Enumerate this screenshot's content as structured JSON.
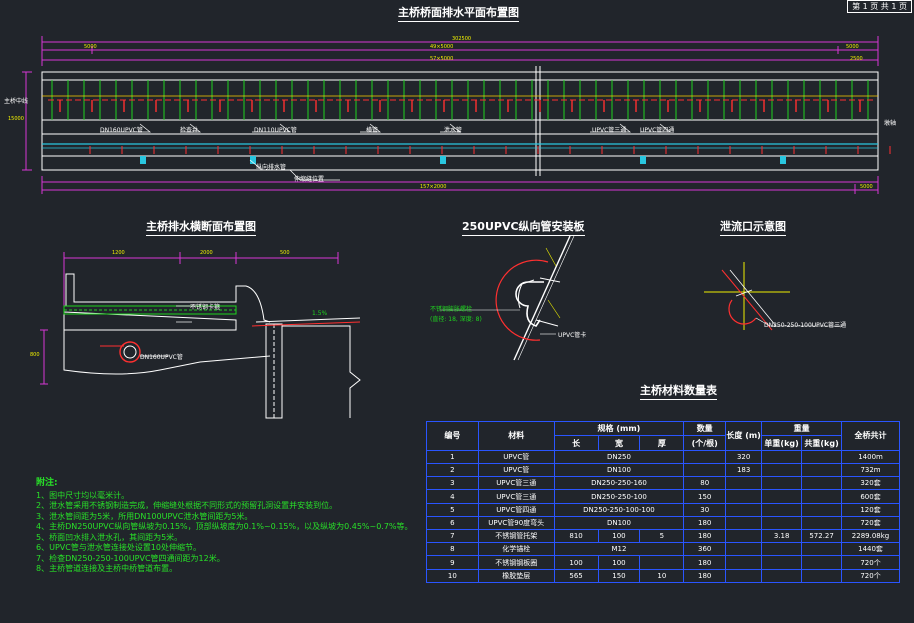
{
  "sheet_label": "第 1 页  共 1 页",
  "plan": {
    "title": "主桥桥面排水平面布置图",
    "left_label": "主桥中线",
    "right_label": "墩轴",
    "callouts": [
      "DN160UPVC管",
      "检查井",
      "DN110UPVC管",
      "横管",
      "泄水管",
      "UPVC管三通",
      "UPVC管四通"
    ],
    "bottom_callouts": [
      "纵向排水管",
      "伸缩缝位置"
    ]
  },
  "section": {
    "title": "主桥排水横断面布置图",
    "labels": [
      "DN160UPVC管",
      "不锈钢卡箍",
      "1.5%"
    ]
  },
  "clamp": {
    "title": "250UPVC纵向管安装板",
    "labels": [
      "不锈钢膨胀螺栓",
      "(直径: 18, 深度: 8)",
      "UPVC管卡"
    ]
  },
  "drain": {
    "title": "泄流口示意图",
    "label": "DN250-250-100UPVC管三通"
  },
  "materials": {
    "title": "主桥材料数量表",
    "headers": {
      "no": "编号",
      "material": "材料",
      "spec": "规格 (mm)",
      "len": "长",
      "wid": "宽",
      "thk": "厚",
      "qty": "数量",
      "qty_unit": "(个/根)",
      "length": "长度 (m)",
      "weight": "重量",
      "unit_w": "单重(kg)",
      "total_w": "共重(kg)",
      "total": "全桥共计"
    },
    "rows": [
      {
        "no": "1",
        "name": "UPVC管",
        "spec": "DN250",
        "len": "",
        "wid": "",
        "thk": "",
        "qty": "",
        "length": "320",
        "unit_w": "",
        "total_w": "",
        "total": "1400m"
      },
      {
        "no": "2",
        "name": "UPVC管",
        "spec": "DN100",
        "len": "",
        "wid": "",
        "thk": "",
        "qty": "",
        "length": "183",
        "unit_w": "",
        "total_w": "",
        "total": "732m"
      },
      {
        "no": "3",
        "name": "UPVC管三通",
        "spec": "DN250-250-160",
        "len": "",
        "wid": "",
        "thk": "",
        "qty": "80",
        "length": "",
        "unit_w": "",
        "total_w": "",
        "total": "320套"
      },
      {
        "no": "4",
        "name": "UPVC管三通",
        "spec": "DN250-250-100",
        "len": "",
        "wid": "",
        "thk": "",
        "qty": "150",
        "length": "",
        "unit_w": "",
        "total_w": "",
        "total": "600套"
      },
      {
        "no": "5",
        "name": "UPVC管四通",
        "spec": "DN250-250-100-100",
        "len": "",
        "wid": "",
        "thk": "",
        "qty": "30",
        "length": "",
        "unit_w": "",
        "total_w": "",
        "total": "120套"
      },
      {
        "no": "6",
        "name": "UPVC管90度弯头",
        "spec": "DN100",
        "len": "",
        "wid": "",
        "thk": "",
        "qty": "180",
        "length": "",
        "unit_w": "",
        "total_w": "",
        "total": "720套"
      },
      {
        "no": "7",
        "name": "不锈钢管托架",
        "spec": "",
        "len": "810",
        "wid": "100",
        "thk": "5",
        "qty": "180",
        "length": "",
        "unit_w": "3.18",
        "total_w": "572.27",
        "total": "2289.08kg"
      },
      {
        "no": "8",
        "name": "化学锚栓",
        "spec": "M12",
        "len": "",
        "wid": "",
        "thk": "",
        "qty": "360",
        "length": "",
        "unit_w": "",
        "total_w": "",
        "total": "1440套"
      },
      {
        "no": "9",
        "name": "不锈钢钢板圈",
        "spec": "",
        "len": "100",
        "wid": "100",
        "thk": "",
        "qty": "180",
        "length": "",
        "unit_w": "",
        "total_w": "",
        "total": "720个"
      },
      {
        "no": "10",
        "name": "橡胶垫层",
        "spec": "",
        "len": "565",
        "wid": "150",
        "thk": "10",
        "qty": "180",
        "length": "",
        "unit_w": "",
        "total_w": "",
        "total": "720个"
      }
    ]
  },
  "notes": {
    "heading": "附注:",
    "items": [
      "1、图中尺寸均以毫米计。",
      "2、泄水管采用不锈钢制造完成，伸缩缝处根据不同形式的预留孔洞设置并安装到位。",
      "3、泄水管间距为5米，所用DN100UPVC泄水管间距为5米。",
      "4、主桥DN250UPVC纵向管纵坡为0.15%，顶部纵坡度为0.1%~0.15%，以及纵坡为0.45%~0.7%等。",
      "5、桥面凹水排入泄水孔，其间距为5米。",
      "6、UPVC管与泄水管连接处设置10处伸缩节。",
      "7、检查DN250-250-100UPVC管四通间距为12米。",
      "8、主桥管道连接及主桥中桥管道布置。"
    ]
  }
}
